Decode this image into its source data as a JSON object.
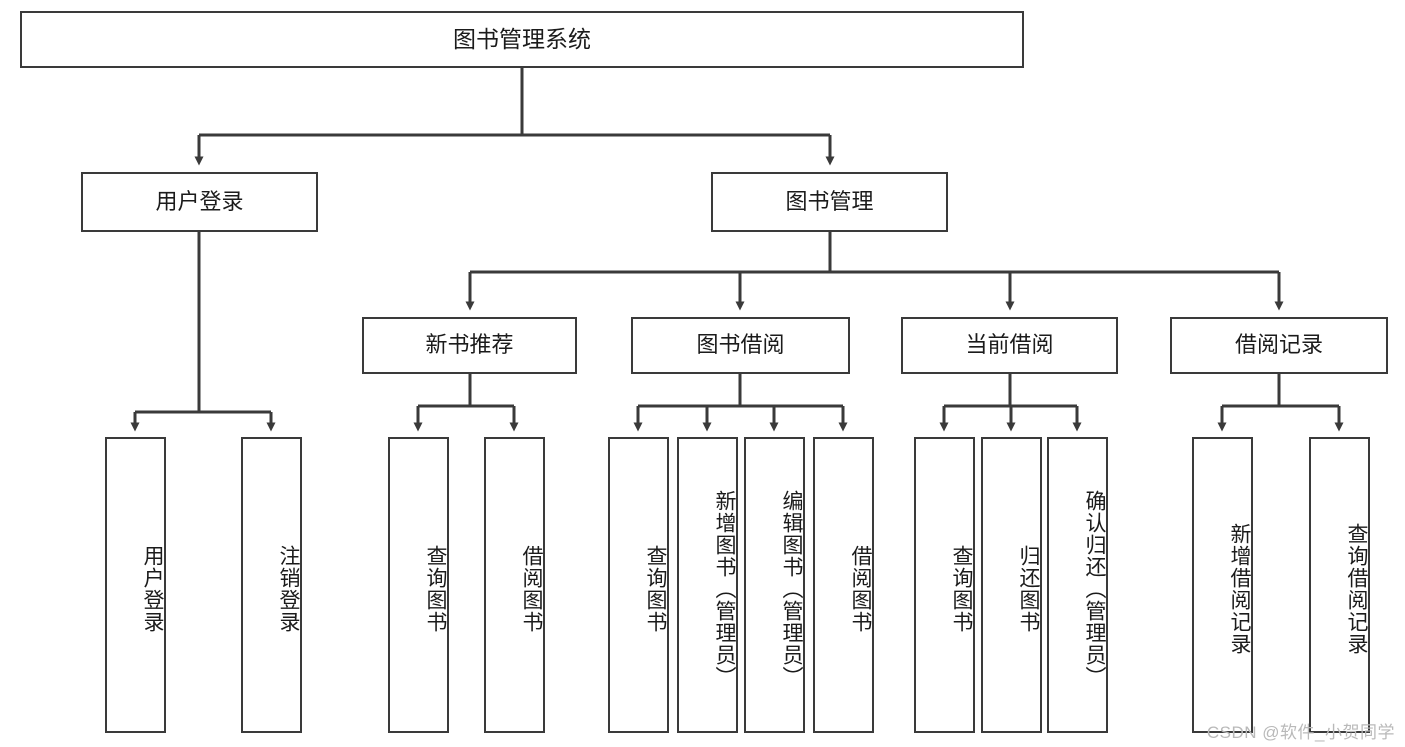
{
  "diagram": {
    "title": "图书管理系统",
    "type": "tree",
    "watermark": "CSDN @软件_小贺同学",
    "colors": {
      "box_border": "#3a3a3a",
      "box_fill": "#ffffff",
      "connector": "#3a3a3a",
      "text": "#1b1b1b",
      "watermark": "#b9b9b9",
      "background": "#ffffff"
    },
    "nodes": {
      "root": {
        "label": "图书管理系统",
        "level": 0
      },
      "n_user_login": {
        "label": "用户登录",
        "level": 1
      },
      "n_book_mgmt": {
        "label": "图书管理",
        "level": 1
      },
      "n_new_book_rec": {
        "label": "新书推荐",
        "level": 2
      },
      "n_book_borrow": {
        "label": "图书借阅",
        "level": 2
      },
      "n_current_borrow": {
        "label": "当前借阅",
        "level": 2
      },
      "n_borrow_record": {
        "label": "借阅记录",
        "level": 2
      },
      "l_user_login": {
        "label": "用户登录",
        "level": 3
      },
      "l_logout": {
        "label": "注销登录",
        "level": 3
      },
      "l_query_book_a": {
        "label": "查询图书",
        "level": 3
      },
      "l_borrow_book_a": {
        "label": "借阅图书",
        "level": 3
      },
      "l_query_book_b": {
        "label": "查询图书",
        "level": 3
      },
      "l_add_book": {
        "label": "新增图书（管理员）",
        "level": 3
      },
      "l_edit_book": {
        "label": "编辑图书（管理员）",
        "level": 3
      },
      "l_borrow_book_b": {
        "label": "借阅图书",
        "level": 3
      },
      "l_query_book_c": {
        "label": "查询图书",
        "level": 3
      },
      "l_return_book": {
        "label": "归还图书",
        "level": 3
      },
      "l_confirm_return": {
        "label": "确认归还（管理员）",
        "level": 3
      },
      "l_add_record": {
        "label": "新增借阅记录",
        "level": 3
      },
      "l_query_record": {
        "label": "查询借阅记录",
        "level": 3
      }
    },
    "edges": [
      {
        "from": "root",
        "to": "n_user_login"
      },
      {
        "from": "root",
        "to": "n_book_mgmt"
      },
      {
        "from": "n_user_login",
        "to": "l_user_login"
      },
      {
        "from": "n_user_login",
        "to": "l_logout"
      },
      {
        "from": "n_book_mgmt",
        "to": "n_new_book_rec"
      },
      {
        "from": "n_book_mgmt",
        "to": "n_book_borrow"
      },
      {
        "from": "n_book_mgmt",
        "to": "n_current_borrow"
      },
      {
        "from": "n_book_mgmt",
        "to": "n_borrow_record"
      },
      {
        "from": "n_new_book_rec",
        "to": "l_query_book_a"
      },
      {
        "from": "n_new_book_rec",
        "to": "l_borrow_book_a"
      },
      {
        "from": "n_book_borrow",
        "to": "l_query_book_b"
      },
      {
        "from": "n_book_borrow",
        "to": "l_add_book"
      },
      {
        "from": "n_book_borrow",
        "to": "l_edit_book"
      },
      {
        "from": "n_book_borrow",
        "to": "l_borrow_book_b"
      },
      {
        "from": "n_current_borrow",
        "to": "l_query_book_c"
      },
      {
        "from": "n_current_borrow",
        "to": "l_return_book"
      },
      {
        "from": "n_current_borrow",
        "to": "l_confirm_return"
      },
      {
        "from": "n_borrow_record",
        "to": "l_add_record"
      },
      {
        "from": "n_borrow_record",
        "to": "l_query_record"
      }
    ]
  }
}
